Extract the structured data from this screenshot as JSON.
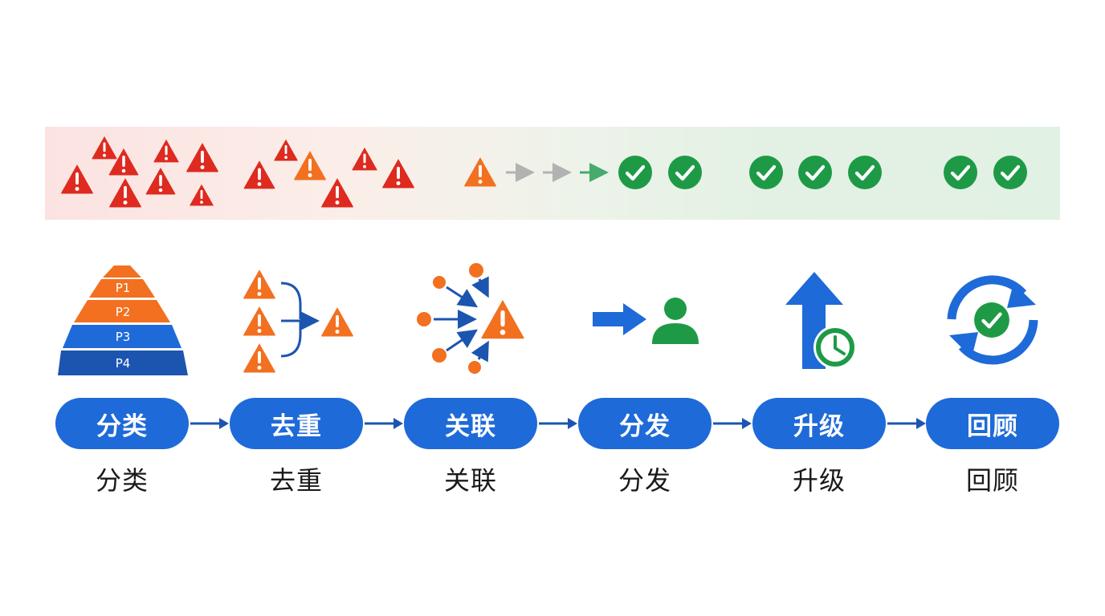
{
  "colors": {
    "alert_red": "#de2a1f",
    "alert_orange": "#f2701f",
    "resolved_green": "#1e9a47",
    "flow_blue": "#1e6ad8",
    "flow_blue_dark": "#1c55b0",
    "gray_arrow": "#b2b2b2"
  },
  "icons": {
    "alert": "warning-triangle-icon",
    "resolved": "check-circle-icon",
    "owner": "person-icon",
    "time": "clock-icon",
    "review": "refresh-cycle-icon"
  },
  "pyramid": {
    "levels": [
      "P1",
      "P2",
      "P3",
      "P4"
    ]
  },
  "steps": [
    {
      "pill": "分类",
      "caption": "分类"
    },
    {
      "pill": "去重",
      "caption": "去重"
    },
    {
      "pill": "关联",
      "caption": "关联"
    },
    {
      "pill": "分发",
      "caption": "分发"
    },
    {
      "pill": "升级",
      "caption": "升级"
    },
    {
      "pill": "回顾",
      "caption": "回顾"
    }
  ]
}
